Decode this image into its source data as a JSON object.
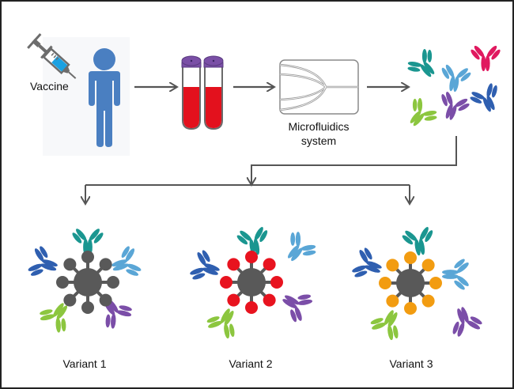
{
  "diagram": {
    "title": "Vaccine-induced antibody isolation and variant testing workflow",
    "steps": [
      {
        "id": "vaccine",
        "label": "Vaccine",
        "icon": "syringe-icon"
      },
      {
        "id": "person",
        "label": "",
        "icon": "person-icon"
      },
      {
        "id": "blood",
        "label": "",
        "icon": "blood-tubes-icon"
      },
      {
        "id": "microfluidics",
        "label_line1": "Microfluidics",
        "label_line2": "system",
        "icon": "microfluidic-chip-icon"
      },
      {
        "id": "antibodies",
        "label": "",
        "icon": "antibody-cluster-icon"
      }
    ],
    "variants": [
      {
        "label": "Variant 1",
        "spike_color": "#595959"
      },
      {
        "label": "Variant 2",
        "spike_color": "#e8131f"
      },
      {
        "label": "Variant 3",
        "spike_color": "#f29c11"
      }
    ],
    "colors": {
      "person": "#4a7fc1",
      "syringe_fluid": "#1ba1e2",
      "syringe_body": "#6d6d6d",
      "blood": "#e3111d",
      "tube_cap": "#7a4fa6",
      "virus_body": "#595959",
      "arrow": "#555555",
      "antibody_teal": "#1a9690",
      "antibody_lightblue": "#5aa6d6",
      "antibody_magenta": "#e0195f",
      "antibody_green": "#8cc63f",
      "antibody_purple": "#7b4ea8",
      "antibody_darkblue": "#2f5fb0"
    }
  }
}
